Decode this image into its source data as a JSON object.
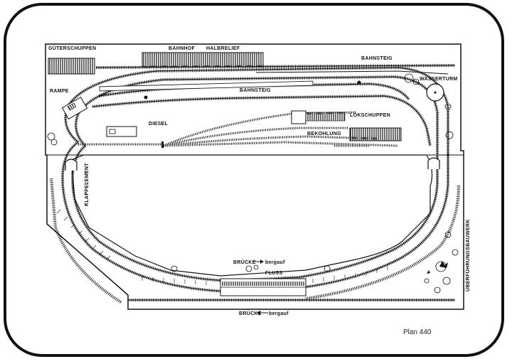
{
  "labels": {
    "gueterschuppen": "GÜTERSCHUPPEN",
    "bahnhof": "BAHNHOF",
    "halbrelief": "HALBRELIEF",
    "bahnsteig_top": "BAHNSTEIG",
    "bahnsteig_mid": "BAHNSTEIG",
    "wasserturm": "WASSERTURM",
    "rampe": "RAMPE",
    "diesel": "DIESEL",
    "lokschuppen": "LOKSCHUPPEN",
    "bekohlung": "BEKOHLUNG",
    "klappelement": "KLAPPELEMENT",
    "ueberfuehrungsbauwerk": "ÜBERFÜHRUNGSBAUWERK",
    "bruecke_upper": "BRÜCKE",
    "bergauf_upper": "bergauf",
    "fluss": "FLUSS",
    "bruecke_lower": "BRÜCKE",
    "bergauf_lower": "bergauf"
  },
  "plan_number": "Plan 440",
  "colors": {
    "ink": "#111111",
    "background": "#ffffff"
  }
}
